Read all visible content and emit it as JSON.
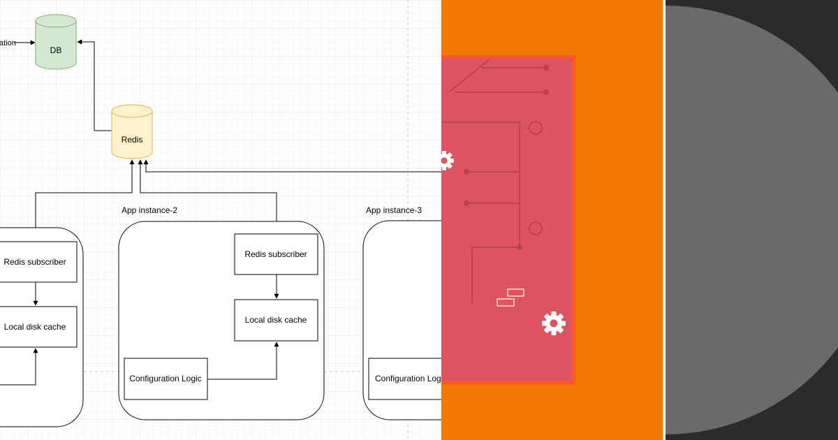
{
  "diagram": {
    "db": {
      "label": "DB"
    },
    "redis": {
      "label": "Redis"
    },
    "offscreen_edge_label": "ation",
    "instances": [
      {
        "title": "",
        "redis_subscriber": "Redis subscriber",
        "local_disk_cache": "Local disk cache",
        "configuration_logic": ""
      },
      {
        "title": "App instance-2",
        "redis_subscriber": "Redis subscriber",
        "local_disk_cache": "Local disk cache",
        "configuration_logic": "Configuration Logic"
      },
      {
        "title": "App instance-3",
        "redis_subscriber": "",
        "local_disk_cache": "",
        "configuration_logic": "Configuration Log"
      }
    ]
  },
  "colors": {
    "db_fill": "#d5e8d4",
    "db_stroke": "#82b366",
    "redis_fill": "#fff2cc",
    "redis_stroke": "#d6b656",
    "orange_panel": "#f07800",
    "red_card": "#dd5360",
    "red_card_border": "#ff5a1e",
    "dark_panel": "#2b2b2b",
    "grey_circle": "#6a6a6a"
  },
  "icons": [
    "gear-icon",
    "gear-icon",
    "stacked-rectangles-icon"
  ]
}
